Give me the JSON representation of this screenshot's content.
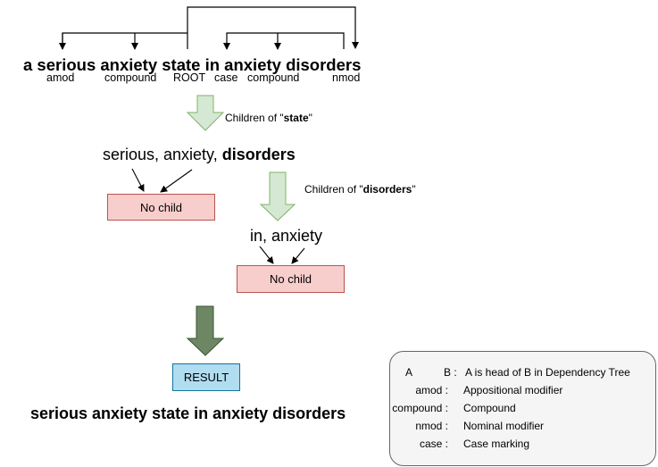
{
  "sentence": "a serious anxiety state in anxiety disorders",
  "dep_labels": [
    "amod",
    "compound",
    "ROOT",
    "case",
    "compound",
    "nmod"
  ],
  "step1": {
    "label_prefix": "Children of \"",
    "label_word": "state",
    "label_suffix": "\"",
    "children_plain": "serious, anxiety, ",
    "children_bold": "disorders",
    "no_child": "No child"
  },
  "step2": {
    "label_prefix": "Children of \"",
    "label_word": "disorders",
    "label_suffix": "\"",
    "children": "in, anxiety",
    "no_child": "No child"
  },
  "result": {
    "label": "RESULT",
    "text": "serious anxiety state in anxiety disorders"
  },
  "legend": {
    "arrow_a": "A",
    "arrow_b": "B :",
    "arrow_desc": "A is head of B in Dependency Tree",
    "entries": [
      {
        "key": "amod :",
        "value": "Appositional modifier"
      },
      {
        "key": "compound :",
        "value": "Compound"
      },
      {
        "key": "nmod :",
        "value": "Nominal modifier"
      },
      {
        "key": "case :",
        "value": "Case marking"
      }
    ]
  },
  "colors": {
    "light_arrow_fill": "#d5e8d4",
    "light_arrow_stroke": "#82b366",
    "dark_arrow_fill": "#6d8764",
    "dark_arrow_stroke": "#3a5431",
    "no_child_fill": "#f8cecc",
    "result_fill": "#b1ddf0"
  }
}
